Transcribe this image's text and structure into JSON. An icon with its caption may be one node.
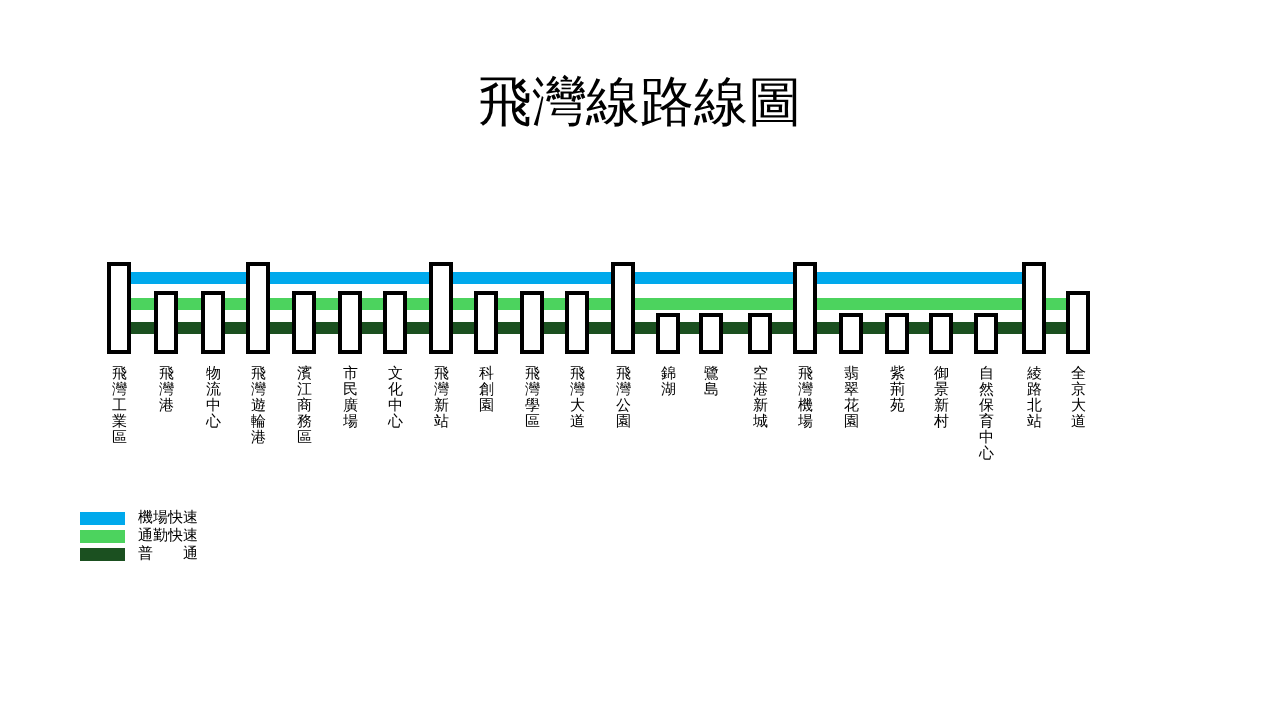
{
  "diagram": {
    "title": "飛灣線路線圖",
    "nodes": [
      {
        "text": [
          "飛灣工業區"
        ]
      },
      {
        "text": [
          "飛灣港"
        ]
      },
      {
        "text": [
          "物流中心"
        ]
      },
      {
        "text": [
          "飛灣遊輪港"
        ]
      },
      {
        "text": [
          "濱江商務區"
        ]
      },
      {
        "text": [
          "市民廣場"
        ]
      },
      {
        "text": [
          "文化中心"
        ]
      },
      {
        "text": [
          "飛灣新站"
        ]
      },
      {
        "text": [
          "科創園"
        ]
      },
      {
        "text": [
          "飛灣學區"
        ]
      },
      {
        "text": [
          "飛灣大道"
        ]
      },
      {
        "text": [
          "飛灣公園"
        ]
      },
      {
        "text": [
          "錦湖"
        ]
      },
      {
        "text": [
          "鷺島"
        ]
      },
      {
        "text": [
          "空港新城"
        ]
      },
      {
        "text": [
          "飛灣機場"
        ]
      },
      {
        "text": [
          "翡翠花園"
        ]
      },
      {
        "text": [
          "紫荊苑"
        ]
      },
      {
        "text": [
          "御景新村"
        ]
      },
      {
        "text": [
          "自然保育中心"
        ]
      },
      {
        "text": [
          "綾路北站"
        ]
      },
      {
        "text": [
          "全京大道"
        ]
      }
    ],
    "edges": [
      {
        "from": 0,
        "to": 3,
        "arrow": "none",
        "color": "#00a9ec"
      },
      {
        "from": 3,
        "to": 7,
        "arrow": "none",
        "color": "#00a9ec"
      },
      {
        "from": 7,
        "to": 11,
        "arrow": "none",
        "color": "#00a9ec"
      },
      {
        "from": 11,
        "to": 15,
        "arrow": "none",
        "color": "#00a9ec"
      },
      {
        "from": 15,
        "to": 20,
        "arrow": "none",
        "color": "#00a9ec"
      },
      {
        "from": 0,
        "to": 1,
        "arrow": "none",
        "color": "#4cd35e"
      },
      {
        "from": 1,
        "to": 2,
        "arrow": "none",
        "color": "#4cd35e"
      },
      {
        "from": 2,
        "to": 3,
        "arrow": "none",
        "color": "#4cd35e"
      },
      {
        "from": 3,
        "to": 4,
        "arrow": "none",
        "color": "#4cd35e"
      },
      {
        "from": 4,
        "to": 5,
        "arrow": "none",
        "color": "#4cd35e"
      },
      {
        "from": 5,
        "to": 6,
        "arrow": "none",
        "color": "#4cd35e"
      },
      {
        "from": 6,
        "to": 7,
        "arrow": "none",
        "color": "#4cd35e"
      },
      {
        "from": 7,
        "to": 8,
        "arrow": "none",
        "color": "#4cd35e"
      },
      {
        "from": 8,
        "to": 9,
        "arrow": "none",
        "color": "#4cd35e"
      },
      {
        "from": 9,
        "to": 10,
        "arrow": "none",
        "color": "#4cd35e"
      },
      {
        "from": 10,
        "to": 11,
        "arrow": "none",
        "color": "#4cd35e"
      },
      {
        "from": 11,
        "to": 15,
        "arrow": "none",
        "color": "#4cd35e"
      },
      {
        "from": 15,
        "to": 20,
        "arrow": "none",
        "color": "#4cd35e"
      },
      {
        "from": 20,
        "to": 21,
        "arrow": "none",
        "color": "#4cd35e"
      },
      {
        "from": 0,
        "to": 1,
        "arrow": "none"
      },
      {
        "from": 1,
        "to": 2,
        "arrow": "none"
      },
      {
        "from": 2,
        "to": 3,
        "arrow": "none"
      },
      {
        "from": 3,
        "to": 4,
        "arrow": "none"
      },
      {
        "from": 4,
        "to": 5,
        "arrow": "none"
      },
      {
        "from": 5,
        "to": 6,
        "arrow": "none"
      },
      {
        "from": 6,
        "to": 7,
        "arrow": "none"
      },
      {
        "from": 7,
        "to": 8,
        "arrow": "none"
      },
      {
        "from": 8,
        "to": 9,
        "arrow": "none"
      },
      {
        "from": 9,
        "to": 10,
        "arrow": "none"
      },
      {
        "from": 10,
        "to": 11,
        "arrow": "none"
      },
      {
        "from": 11,
        "to": 12,
        "arrow": "none"
      },
      {
        "from": 12,
        "to": 13,
        "arrow": "none"
      },
      {
        "from": 13,
        "to": 14,
        "arrow": "none"
      },
      {
        "from": 14,
        "to": 15,
        "arrow": "none"
      },
      {
        "from": 15,
        "to": 16,
        "arrow": "none"
      },
      {
        "from": 16,
        "to": 17,
        "arrow": "none"
      },
      {
        "from": 17,
        "to": 18,
        "arrow": "none"
      },
      {
        "from": 18,
        "to": 19,
        "arrow": "none"
      },
      {
        "from": 19,
        "to": 20,
        "arrow": "none"
      },
      {
        "from": 20,
        "to": 21,
        "arrow": "none"
      }
    ],
    "legend": [
      {
        "text": "機場快速",
        "color": "#00a9ec"
      },
      {
        "text": "通勤快速",
        "color": "#4cd35e"
      },
      {
        "text": "普　　通",
        "color": "#1b5020"
      }
    ]
  }
}
